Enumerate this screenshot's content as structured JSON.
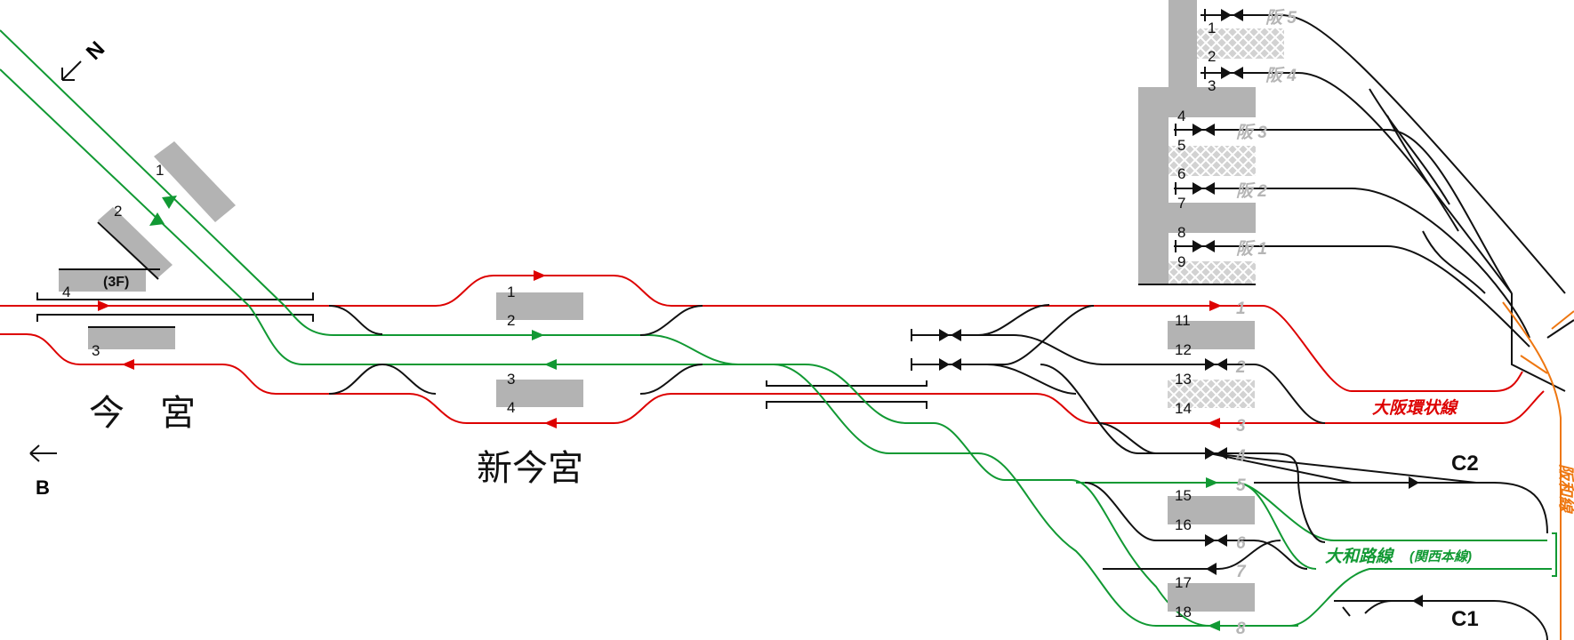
{
  "compass": {
    "label": "N"
  },
  "direction": {
    "label": "B"
  },
  "stations": {
    "imamiya": "今　宮",
    "shin_imamiya": "新今宮"
  },
  "imamiya_platforms": {
    "p1": "1",
    "p2": "2",
    "p3": "3",
    "p4": "4",
    "floor": "(3F)"
  },
  "shin_imamiya_platforms": {
    "p1": "1",
    "p2": "2",
    "p3": "3",
    "p4": "4"
  },
  "tennoji_platforms": [
    "1",
    "2",
    "3",
    "4",
    "5",
    "6",
    "7",
    "8",
    "9",
    "11",
    "12",
    "13",
    "14",
    "15",
    "16",
    "17",
    "18"
  ],
  "hanwa_tracks": [
    "阪 5",
    "阪 4",
    "阪 3",
    "阪 2",
    "阪 1"
  ],
  "jr_tracks": [
    "1",
    "2",
    "3",
    "4",
    "5",
    "6",
    "7",
    "8"
  ],
  "lines": {
    "loop": "大阪環状線",
    "yamatoji": "大和路線",
    "yamatoji_sub": "(関西本線)",
    "hanwa": "阪和線",
    "c1": "C1",
    "c2": "C2"
  },
  "colors": {
    "loop": "#dd0000",
    "yamatoji": "#119933",
    "hanwa": "#ee7711",
    "track": "#111111",
    "platform": "#b3b3b3"
  }
}
